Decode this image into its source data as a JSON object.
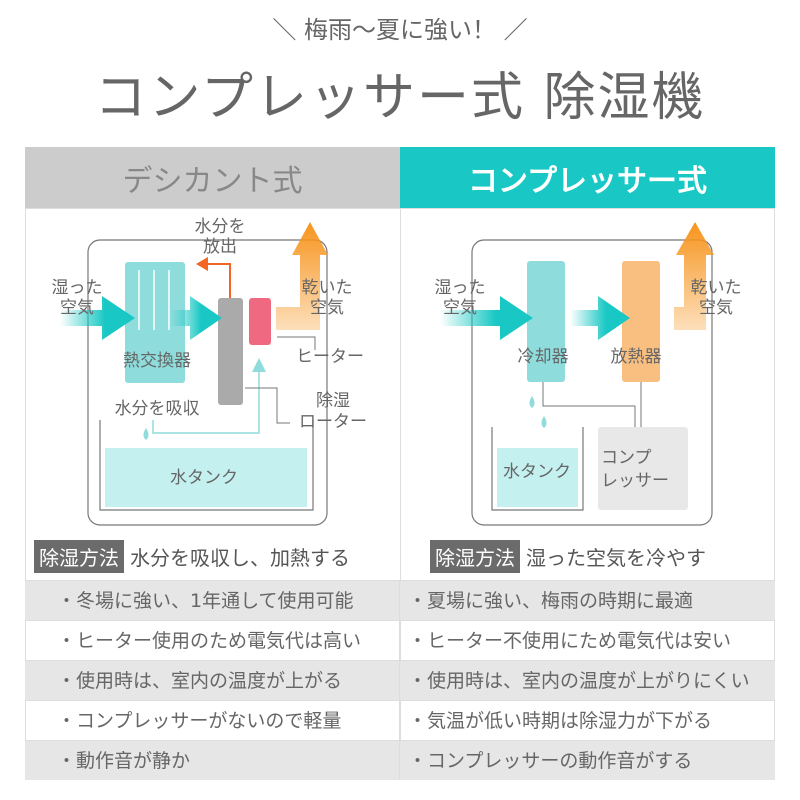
{
  "header": {
    "subtitle": "＼ 梅雨〜夏に強い！ ／",
    "title": "コンプレッサー式 除湿機"
  },
  "columns": {
    "desiccant": "デシカント式",
    "compressor": "コンプレッサー式"
  },
  "desiccant_diagram": {
    "release1": "水分を",
    "release2": "放出",
    "humid1": "湿った",
    "humid2": "空気",
    "dry1": "乾いた",
    "dry2": "空気",
    "exchanger": "熱交換器",
    "heater": "ヒーター",
    "rotor1": "除湿",
    "rotor2": "ローター",
    "absorb": "水分を吸収",
    "tank": "水タンク"
  },
  "compressor_diagram": {
    "humid1": "湿った",
    "humid2": "空気",
    "dry1": "乾いた",
    "dry2": "空気",
    "cooler": "冷却器",
    "radiator": "放熱器",
    "tank": "水タンク",
    "comp1": "コンプ",
    "comp2": "レッサー"
  },
  "method": {
    "label": "除湿方法",
    "desiccant": "水分を吸収し、加熱する",
    "compressor": "湿った空気を冷やす"
  },
  "rows": [
    [
      "・冬場に強い、1年通して使用可能",
      "・夏場に強い、梅雨の時期に最適"
    ],
    [
      "・ヒーター使用のため電気代は高い",
      "・ヒーター不使用にため電気代は安い"
    ],
    [
      "・使用時は、室内の温度が上がる",
      "・使用時は、室内の温度が上がりにくい"
    ],
    [
      "・コンプレッサーがないので軽量",
      "・気温が低い時期は除湿力が下がる"
    ],
    [
      "・動作音が静か",
      "・コンプレッサーの動作音がする"
    ]
  ],
  "colors": {
    "teal": "#19c8c4",
    "orange": "#f7941d",
    "pink": "#ef6a80",
    "gray": "#cccccc"
  }
}
